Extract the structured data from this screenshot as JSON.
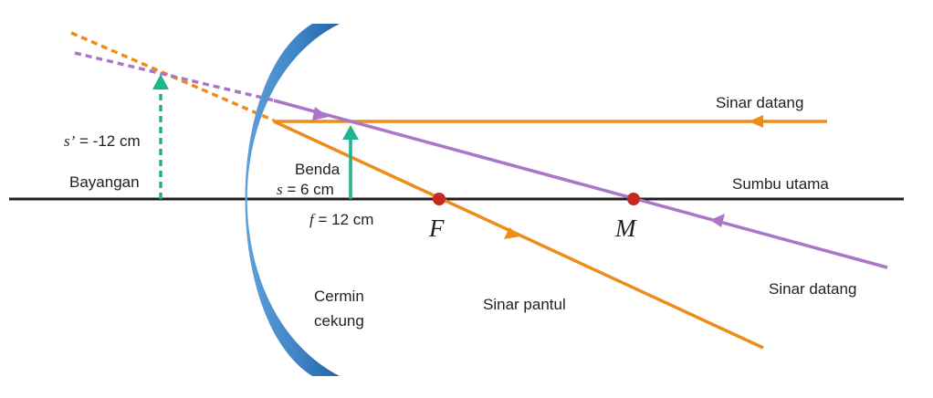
{
  "labels": {
    "image_distance_var": "s’",
    "image_distance_value": " = -12 cm",
    "image": "Bayangan",
    "object": "Benda",
    "object_distance_var": "s",
    "object_distance_value": " = 6 cm",
    "focal_length_var": "f",
    "focal_length_value": " = 12 cm",
    "focus_point": "F",
    "center_point": "M",
    "incident_ray_top": "Sinar datang",
    "principal_axis": "Sumbu utama",
    "incident_ray_bottom": "Sinar datang",
    "reflected_ray": "Sinar pantul",
    "mirror_line1": "Cermin",
    "mirror_line2": "cekung"
  },
  "colors": {
    "axis": "#231f20",
    "orange_ray": "#ee8b1b",
    "purple_ray": "#aa77c8",
    "arrow_green": "#1db68c",
    "point_red": "#c5291f",
    "mirror_light": "#5fa0da",
    "mirror_dark": "#2265a9"
  }
}
